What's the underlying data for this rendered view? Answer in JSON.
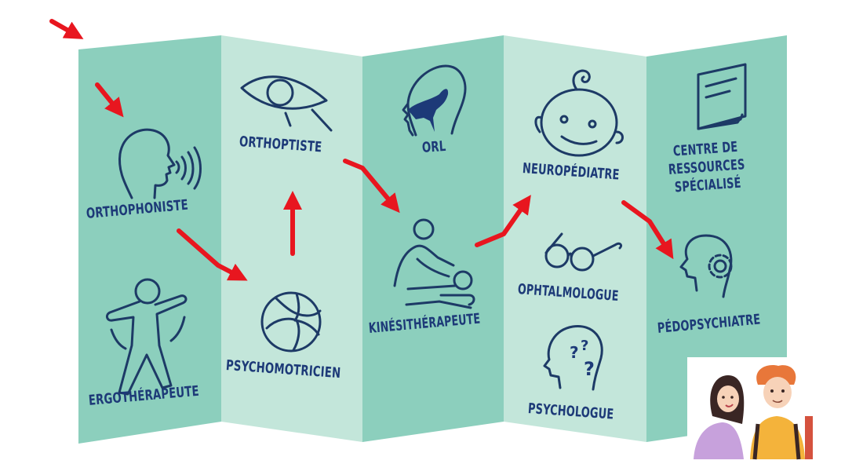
{
  "diagram": {
    "type": "folded-leaflet-pathway",
    "colors": {
      "panel_dark": "#8ccfbd",
      "panel_light": "#c3e6da",
      "text": "#1d3a78",
      "icon_stroke": "#1d3a66",
      "arrow": "#e8161f",
      "background": "#ffffff"
    },
    "panels": [
      {
        "id": "panel-1",
        "shade": "dark",
        "items": [
          {
            "label": "ORTHOPHONISTE",
            "icon": "speaking-head-icon"
          },
          {
            "label": "ERGOTHÉRAPEUTE",
            "icon": "stretching-person-icon"
          }
        ]
      },
      {
        "id": "panel-2",
        "shade": "light",
        "items": [
          {
            "label": "ORTHOPTISTE",
            "icon": "eye-icon"
          },
          {
            "label": "PSYCHOMOTRICIEN",
            "icon": "ball-icon"
          }
        ]
      },
      {
        "id": "panel-3",
        "shade": "dark",
        "items": [
          {
            "label": "ORL",
            "icon": "head-throat-icon"
          },
          {
            "label": "KINÉSITHÉRAPEUTE",
            "icon": "massage-therapy-icon"
          }
        ]
      },
      {
        "id": "panel-4",
        "shade": "light",
        "items": [
          {
            "label": "NEUROPÉDIATRE",
            "icon": "baby-face-icon"
          },
          {
            "label": "OPHTALMOLOGUE",
            "icon": "glasses-icon"
          },
          {
            "label": "PSYCHOLOGUE",
            "icon": "head-question-marks-icon"
          }
        ]
      },
      {
        "id": "panel-5",
        "shade": "dark",
        "items": [
          {
            "label": "CENTRE DE\nRESSOURCES\nSPÉCIALISÉ",
            "icon": "booklet-icon"
          },
          {
            "label": "PÉDOPSYCHIATRE",
            "icon": "head-gear-icon"
          }
        ]
      }
    ],
    "pathway_arrows": [
      {
        "from": "start",
        "to": "panel-1"
      },
      {
        "from": "start",
        "to": "ORTHOPHONISTE"
      },
      {
        "from": "ORTHOPHONISTE",
        "to": "PSYCHOMOTRICIEN"
      },
      {
        "from": "PSYCHOMOTRICIEN",
        "to": "ORTHOPTISTE"
      },
      {
        "from": "ORTHOPTISTE",
        "to": "KINÉSITHÉRAPEUTE"
      },
      {
        "from": "KINÉSITHÉRAPEUTE",
        "to": "NEUROPÉDIATRE"
      },
      {
        "from": "NEUROPÉDIATRE",
        "to": "PÉDOPSYCHIATRE"
      }
    ],
    "illustration": {
      "name": "children-illustration",
      "description": "two children (girl in purple, boy with orange hair and backpack)"
    }
  }
}
